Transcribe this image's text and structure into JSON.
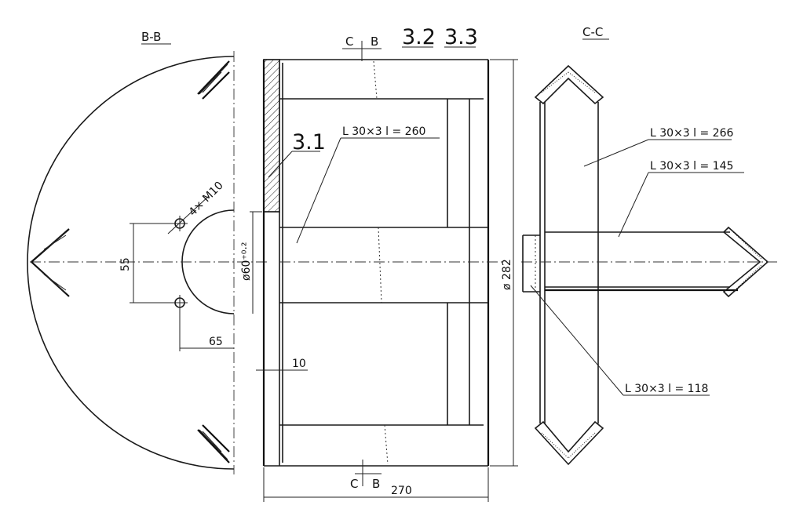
{
  "views": {
    "bb": {
      "title": "B-B"
    },
    "cc": {
      "title": "C-C"
    }
  },
  "labels": {
    "part_31": "3.1",
    "part_32": "3.2",
    "part_33": "3.3",
    "section_c_top": "C",
    "section_b_top": "B",
    "section_c_bot": "C",
    "section_b_bot": "B"
  },
  "callouts": {
    "angle_260": "L 30×3  l = 260",
    "angle_266": "L 30×3  l = 266",
    "angle_145": "L 30×3   l = 145",
    "angle_118": "L 30×3  l = 118",
    "holes": "4× M10"
  },
  "dimensions": {
    "d55": "55",
    "d65": "65",
    "d60": "ø60⁺⁰·²",
    "d10": "10",
    "d282": "ø 282",
    "d270": "270"
  }
}
